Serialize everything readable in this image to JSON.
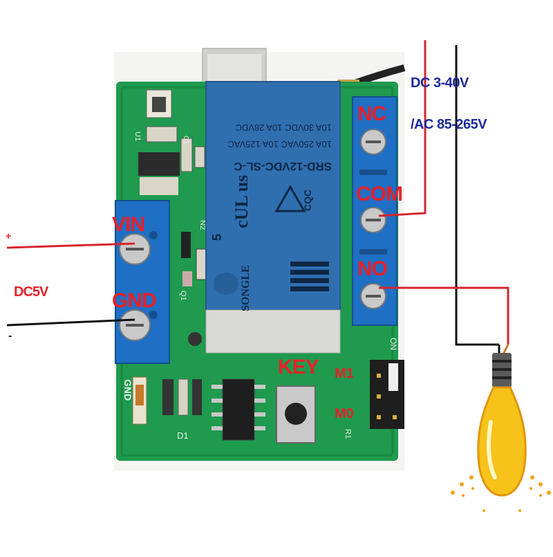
{
  "labels": {
    "vin": "VIN",
    "gnd": "GND",
    "dc5v": "DC5V",
    "plus": "+",
    "minus": "-",
    "nc": "NC",
    "com": "COM",
    "no": "NO",
    "key": "KEY",
    "m1": "M1",
    "m0": "M0",
    "dc_range": "DC 3-40V",
    "ac_range": "/AC 85-265V"
  },
  "board_text": {
    "relay_model": "SRD-12VDC-SL-C",
    "rating_1": "10A 250VAC  10A 125VAC",
    "rating_2": "10A 30VDC  10A 28VDC",
    "relay_brand": "SONGLE",
    "cqc": "CQC",
    "ul_mark": "cUL us",
    "relay_num": "5",
    "gnd_silk": "GND",
    "d1_silk": "D1",
    "u1_silk": "U1",
    "on_silk": "ON",
    "c1_silk": "C1",
    "n2_silk": "N2",
    "q1_silk": "Q1",
    "r1_silk": "R1"
  },
  "colors": {
    "pcb": "#1f9a4e",
    "relay": "#2f6fb0",
    "terminal": "#1f6fc4",
    "wire_red": "#d7262e",
    "wire_black": "#111111",
    "bulb": "#f7c21a",
    "label_red": "#e8202a",
    "label_navy": "#1b2a9c"
  }
}
